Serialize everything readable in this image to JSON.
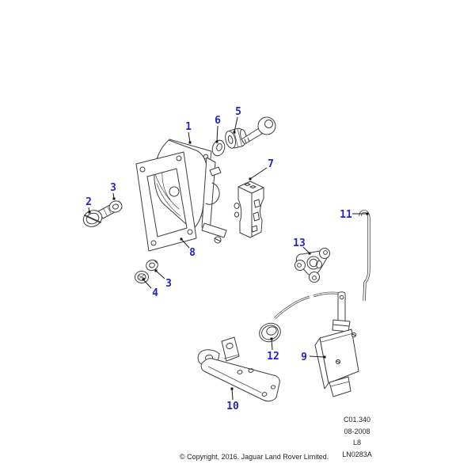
{
  "callouts": [
    {
      "label": "1"
    },
    {
      "label": "2"
    },
    {
      "label": "3"
    },
    {
      "label": "3"
    },
    {
      "label": "4"
    },
    {
      "label": "5"
    },
    {
      "label": "6"
    },
    {
      "label": "7"
    },
    {
      "label": "8"
    },
    {
      "label": "9"
    },
    {
      "label": "10"
    },
    {
      "label": "11"
    },
    {
      "label": "12"
    },
    {
      "label": "13"
    }
  ],
  "info_block": {
    "code": "C01.340",
    "date": "08-2008",
    "variant": "L8",
    "drawing_ref": "LN0283A"
  },
  "footer": {
    "copyright": "© Copyright, 2016. Jaguar Land Rover Limited."
  },
  "colors": {
    "callout_blue": "#2323cc",
    "line_gray": "#3f3f3f",
    "background": "#ffffff"
  }
}
